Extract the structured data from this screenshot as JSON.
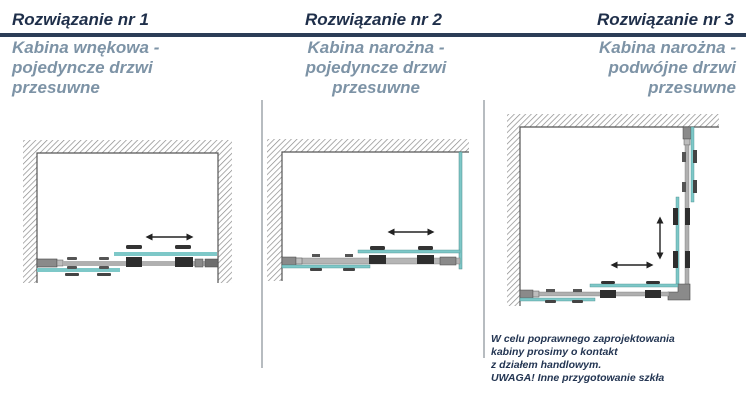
{
  "solutions": [
    {
      "title": "Rozwiązanie nr 1",
      "subtitle_lines": [
        "Kabina wnękowa -",
        "pojedyncze drzwi",
        "przesuwne"
      ]
    },
    {
      "title": "Rozwiązanie nr 2",
      "subtitle_lines": [
        "Kabina narożna -",
        "pojedyncze drzwi",
        "przesuwne"
      ]
    },
    {
      "title": "Rozwiązanie nr 3",
      "subtitle_lines": [
        "Kabina narożna -",
        "podwójne drzwi",
        "przesuwne"
      ]
    }
  ],
  "note_lines": [
    "W celu poprawnego zaprojektowania",
    "kabiny prosimy o kontakt",
    "z działem handlowym.",
    "UWAGA! Inne przygotowanie szkła"
  ],
  "colors": {
    "title": "#1f2f4a",
    "subtitle": "#7d93a6",
    "header_rule": "#2b3d57",
    "glass": "#7ec8c8",
    "profile": "#9a9a9a",
    "roller": "#3c3c3c"
  }
}
